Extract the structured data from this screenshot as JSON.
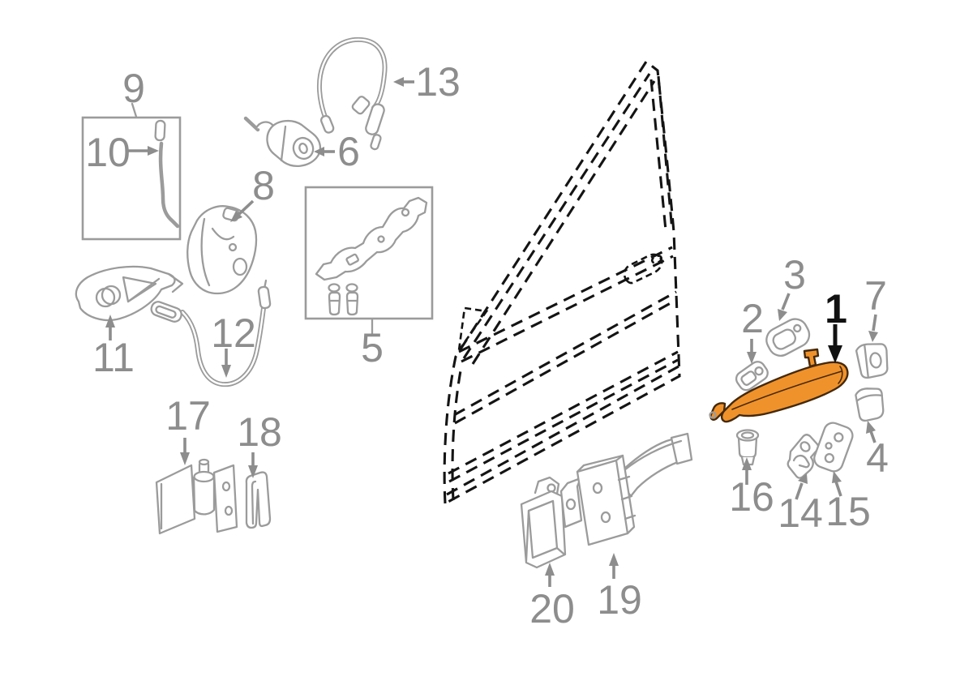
{
  "figure": {
    "background": "#ffffff",
    "highlighted_part": "1"
  },
  "colors": {
    "background": "#ffffff",
    "part_line": "#9b9b9b",
    "label": "#8d8d8d",
    "door_line": "#141414",
    "arrow_black": "#111111",
    "highlight_fill": "#F0922B",
    "highlight_outline": "#45290a"
  },
  "labels": {
    "1": "1",
    "2": "2",
    "3": "3",
    "4": "4",
    "5": "5",
    "6": "6",
    "7": "7",
    "8": "8",
    "9": "9",
    "10": "10",
    "11": "11",
    "12": "12",
    "13": "13",
    "14": "14",
    "15": "15",
    "16": "16",
    "17": "17",
    "18": "18",
    "19": "19",
    "20": "20"
  }
}
